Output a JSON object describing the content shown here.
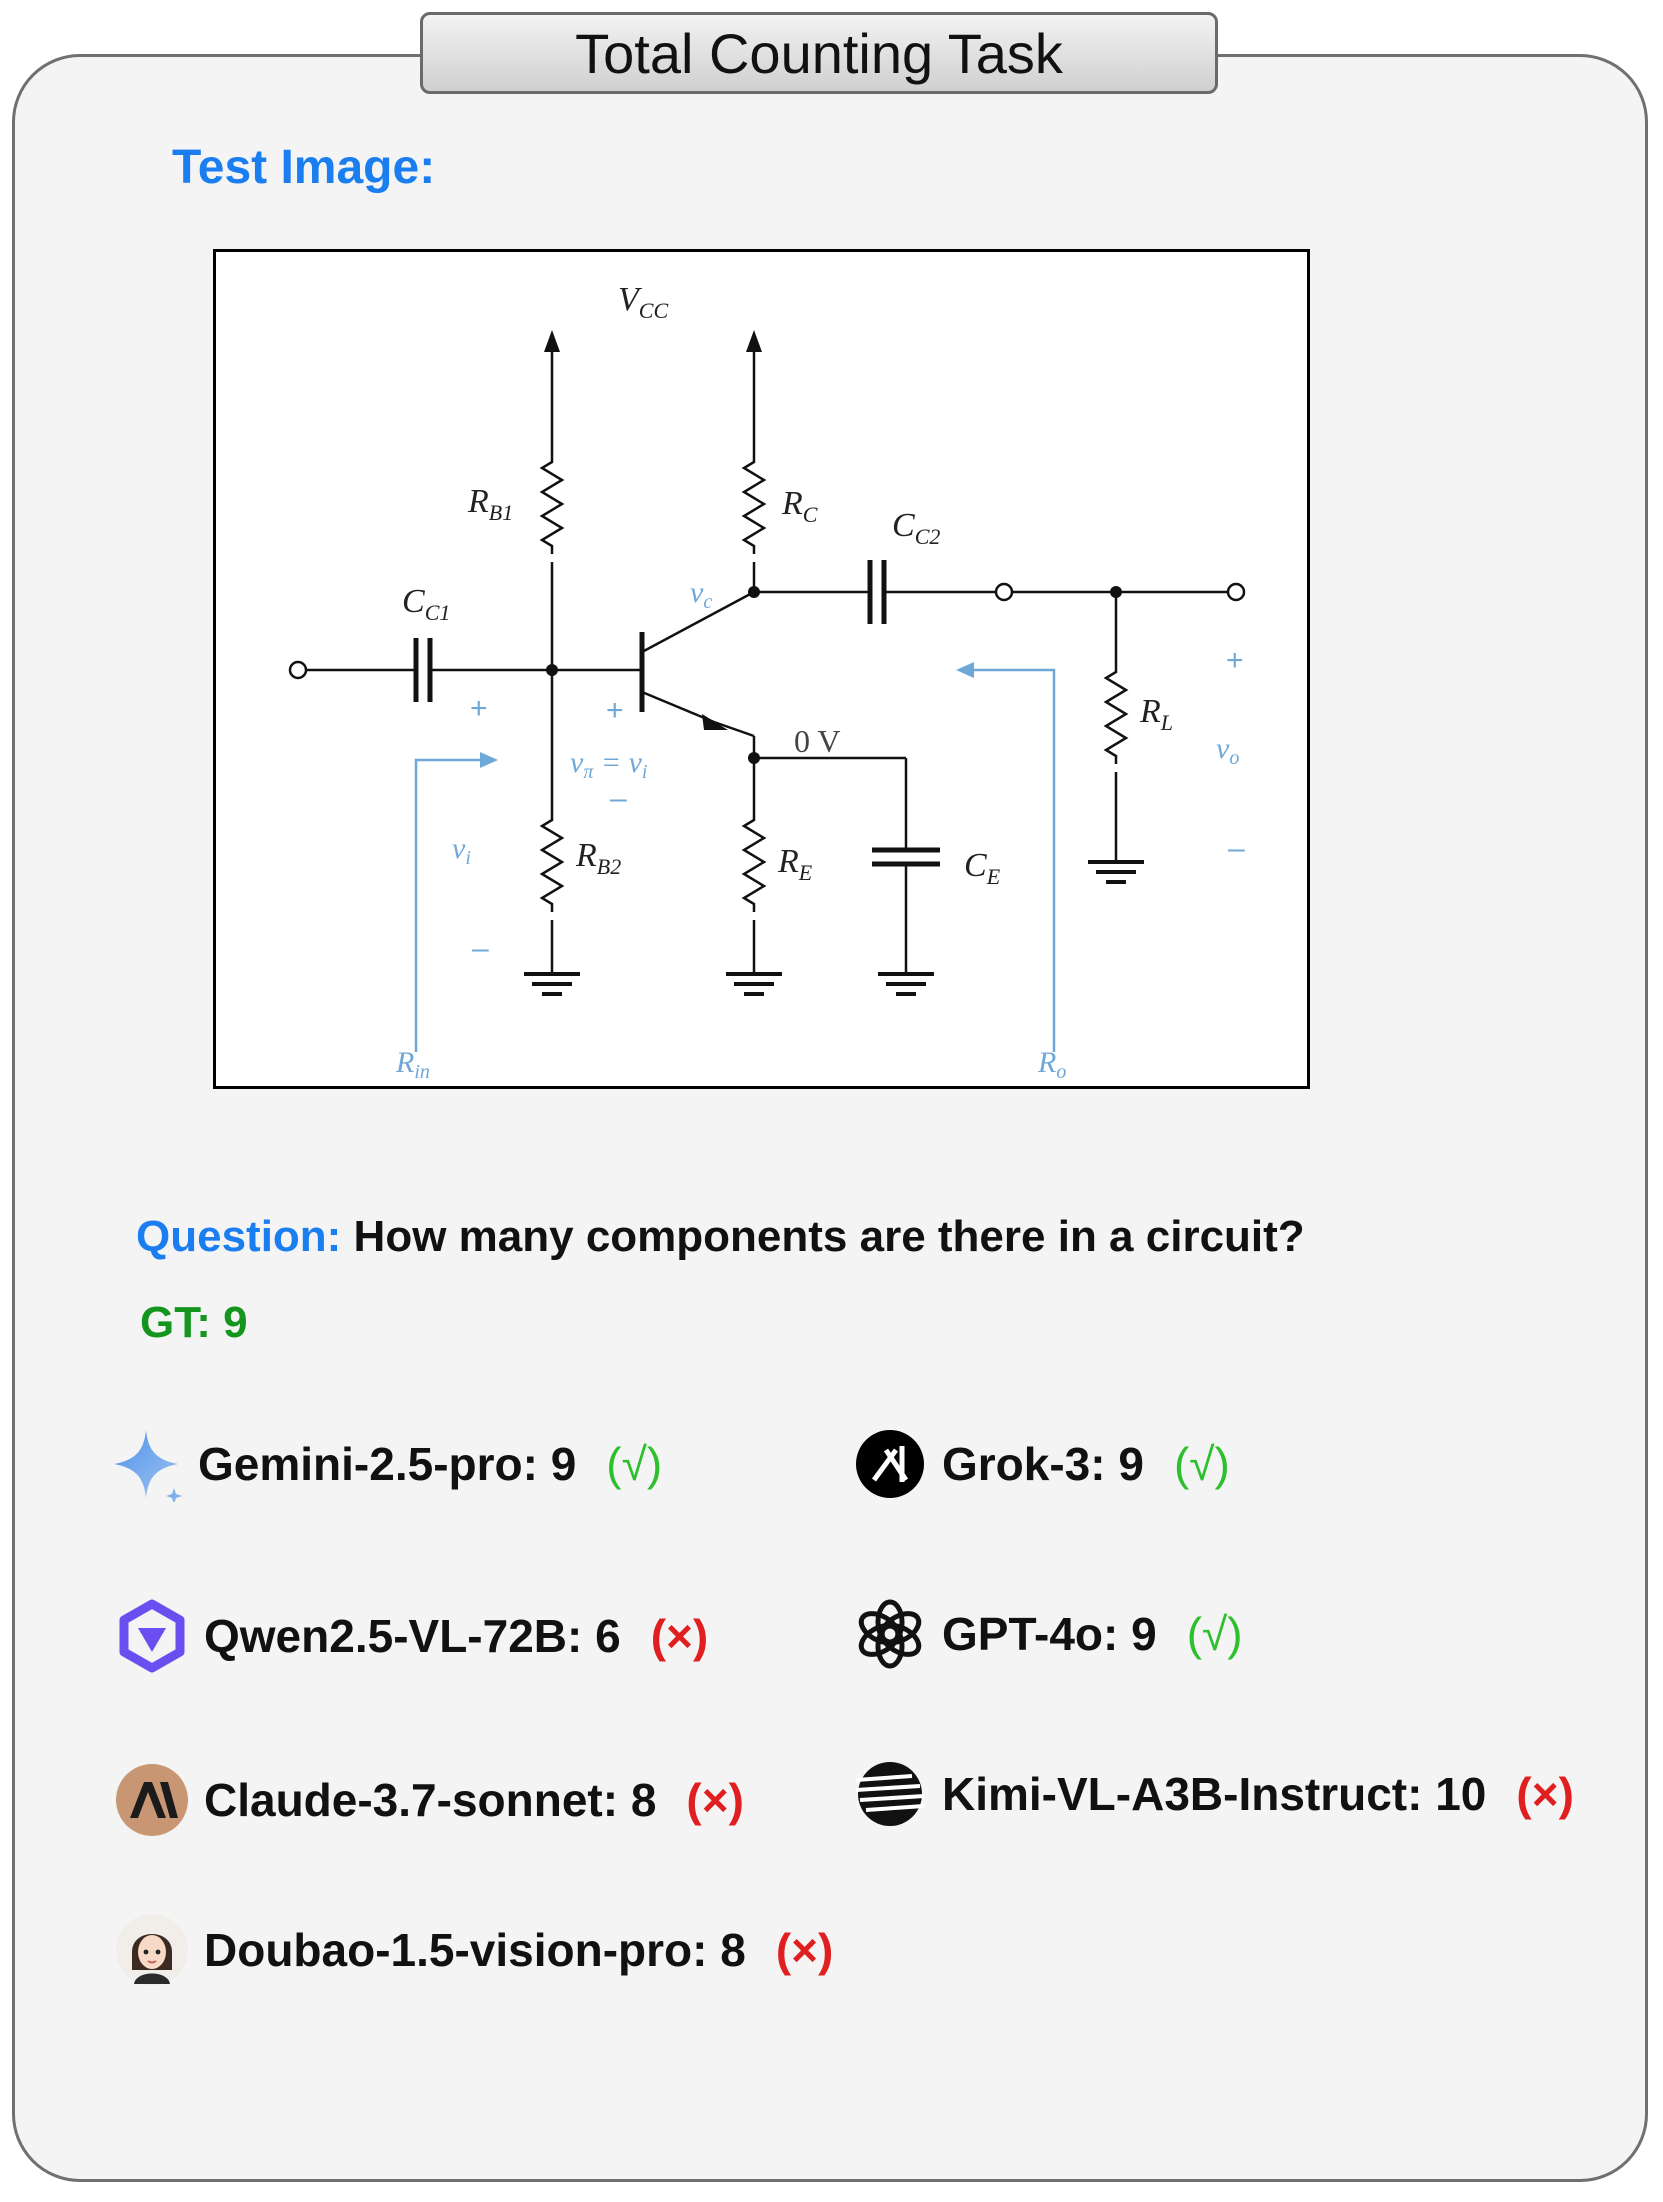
{
  "title": "Total Counting Task",
  "test_image_label": "Test Image:",
  "circuit": {
    "vcc": "V",
    "vcc_sub": "CC",
    "rb1": "R",
    "rb1_sub": "B1",
    "rb2": "R",
    "rb2_sub": "B2",
    "rc": "R",
    "rc_sub": "C",
    "re": "R",
    "re_sub": "E",
    "rl": "R",
    "rl_sub": "L",
    "cc1": "C",
    "cc1_sub": "C1",
    "cc2": "C",
    "cc2_sub": "C2",
    "ce": "C",
    "ce_sub": "E",
    "vc": "v",
    "vc_sub": "c",
    "vpi_eq": "v",
    "vpi_sub": "π",
    "vpi_rhs": " = v",
    "vpi_rhs_sub": "i",
    "vi": "v",
    "vi_sub": "i",
    "vo": "v",
    "vo_sub": "o",
    "zero_v": "0 V",
    "rin": "R",
    "rin_sub": "in",
    "ro": "R",
    "ro_sub": "o",
    "plus": "+",
    "minus": "–"
  },
  "question": {
    "label": "Question:",
    "text": " How many components are there in a circuit?"
  },
  "gt": "GT: 9",
  "results": {
    "gemini": {
      "text": "Gemini-2.5-pro: 9",
      "mark": "(√)"
    },
    "grok": {
      "text": "Grok-3: 9",
      "mark": "(√)"
    },
    "qwen": {
      "text": "Qwen2.5-VL-72B: 6",
      "mark": "(×)"
    },
    "gpt": {
      "text": "GPT-4o: 9",
      "mark": "(√)"
    },
    "claude": {
      "text": "Claude-3.7-sonnet: 8",
      "mark": "(×)"
    },
    "kimi": {
      "text": "Kimi-VL-A3B-Instruct: 10",
      "mark": "(×)"
    },
    "doubao": {
      "text": "Doubao-1.5-vision-pro: 8",
      "mark": "(×)"
    }
  },
  "colors": {
    "accent_blue": "#1a7ef0",
    "gt_green": "#14961e",
    "ok_green": "#2cc02c",
    "bad_red": "#e02020",
    "circuit_annotation": "#6fa8d8"
  },
  "icons": {
    "gemini": "gemini-sparkle-icon",
    "grok": "grok-logo-icon",
    "qwen": "qwen-logo-icon",
    "gpt": "openai-logo-icon",
    "claude": "anthropic-logo-icon",
    "kimi": "kimi-logo-icon",
    "doubao": "doubao-avatar-icon"
  }
}
